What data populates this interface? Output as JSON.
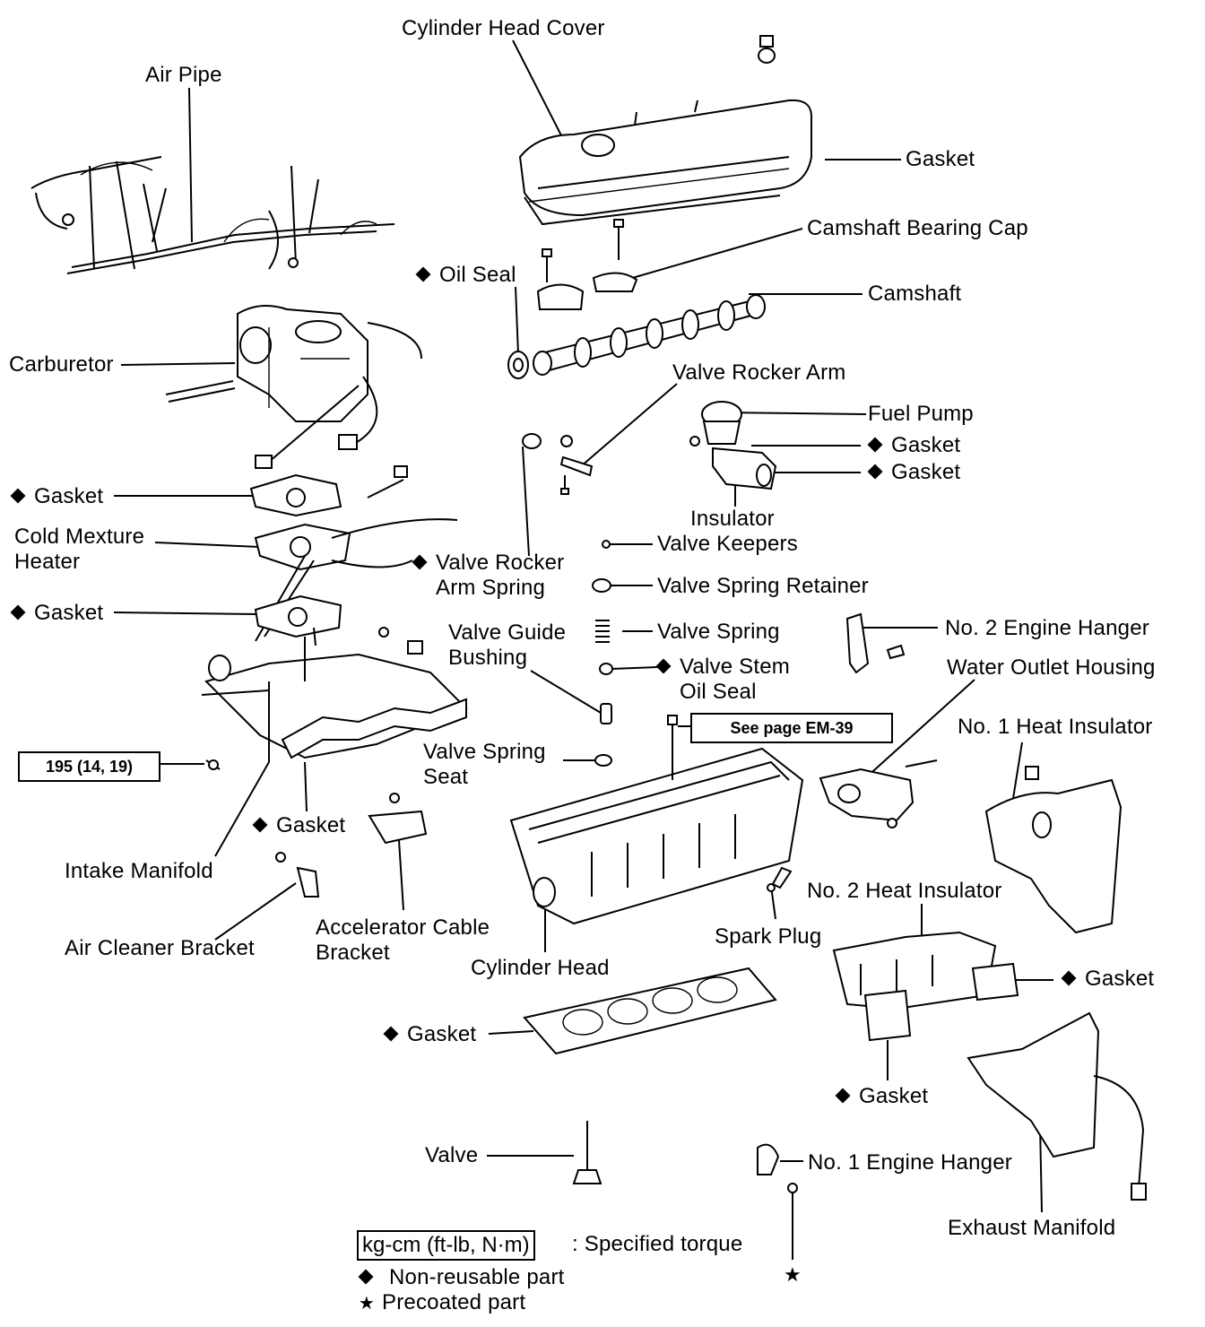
{
  "labels": {
    "cylinder_head_cover": "Cylinder Head Cover",
    "air_pipe": "Air Pipe",
    "gasket_cover": "Gasket",
    "camshaft_bearing_cap": "Camshaft Bearing Cap",
    "oil_seal": "Oil Seal",
    "camshaft": "Camshaft",
    "carburetor": "Carburetor",
    "valve_rocker_arm": "Valve Rocker Arm",
    "fuel_pump": "Fuel Pump",
    "gasket_fp1": "Gasket",
    "gasket_fp2": "Gasket",
    "insulator": "Insulator",
    "gasket_carb": "Gasket",
    "cold_mixture_heater": "Cold Mexture\nHeater",
    "valve_keepers": "Valve Keepers",
    "valve_rocker_arm_spring": "Valve Rocker\nArm Spring",
    "valve_spring_retainer": "Valve Spring Retainer",
    "gasket_intake_top": "Gasket",
    "valve_guide_bushing": "Valve Guide\nBushing",
    "valve_spring": "Valve Spring",
    "no2_engine_hanger": "No. 2 Engine Hanger",
    "valve_stem_oil_seal": "Valve Stem\nOil Seal",
    "water_outlet_housing": "Water Outlet Housing",
    "no1_heat_insulator": "No. 1 Heat Insulator",
    "valve_spring_seat": "Valve Spring\nSeat",
    "gasket_intake": "Gasket",
    "intake_manifold": "Intake Manifold",
    "no2_heat_insulator": "No. 2 Heat Insulator",
    "accelerator_cable_bracket": "Accelerator Cable\nBracket",
    "spark_plug": "Spark Plug",
    "air_cleaner_bracket": "Air Cleaner Bracket",
    "cylinder_head": "Cylinder Head",
    "gasket_exhaust": "Gasket",
    "gasket_head": "Gasket",
    "gasket_heat_ins": "Gasket",
    "valve": "Valve",
    "no1_engine_hanger": "No. 1 Engine Hanger",
    "exhaust_manifold": "Exhaust Manifold"
  },
  "boxes": {
    "torque_intake": "195 (14, 19)",
    "see_page": "See page EM-39"
  },
  "legend": {
    "torque_unit": "kg-cm (ft-lb, N·m)",
    "torque_desc": ": Specified torque",
    "non_reusable": "Non-reusable part",
    "precoated": "Precoated part",
    "star_symbol": "★"
  }
}
